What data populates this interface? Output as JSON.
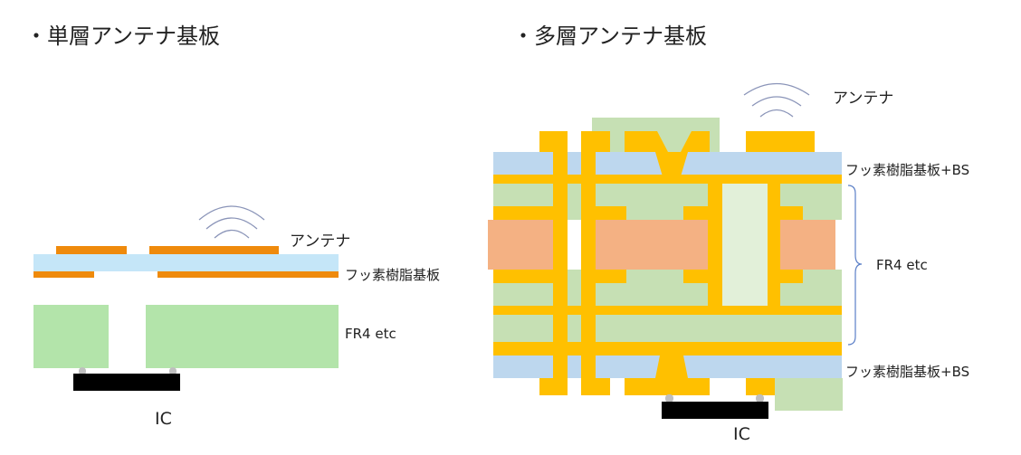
{
  "left": {
    "title": "・単層アンテナ基板",
    "labels": {
      "antenna": "アンテナ",
      "fluororesin": "フッ素樹脂基板",
      "fr4": "FR4 etc",
      "ic": "IC"
    }
  },
  "right": {
    "title": "・多層アンテナ基板",
    "labels": {
      "antenna": "アンテナ",
      "fluororesin_top": "フッ素樹脂基板+BS",
      "fr4": "FR4 etc",
      "fluororesin_bottom": "フッ素樹脂基板+BS",
      "ic": "IC"
    }
  },
  "colors": {
    "copper_left": "#ef8a0c",
    "copper_right": "#ffc000",
    "fluororesin_left": "#c5e6f8",
    "fluororesin_right": "#bdd7ee",
    "fr4_left": "#b3e4aa",
    "prepreg_right": "#c6e0b4",
    "core_right": "#f4b183",
    "via_fill": "#e2f0d9",
    "ic": "#000000",
    "bump": "#bfbfbf",
    "wave": "#8a94b8"
  }
}
